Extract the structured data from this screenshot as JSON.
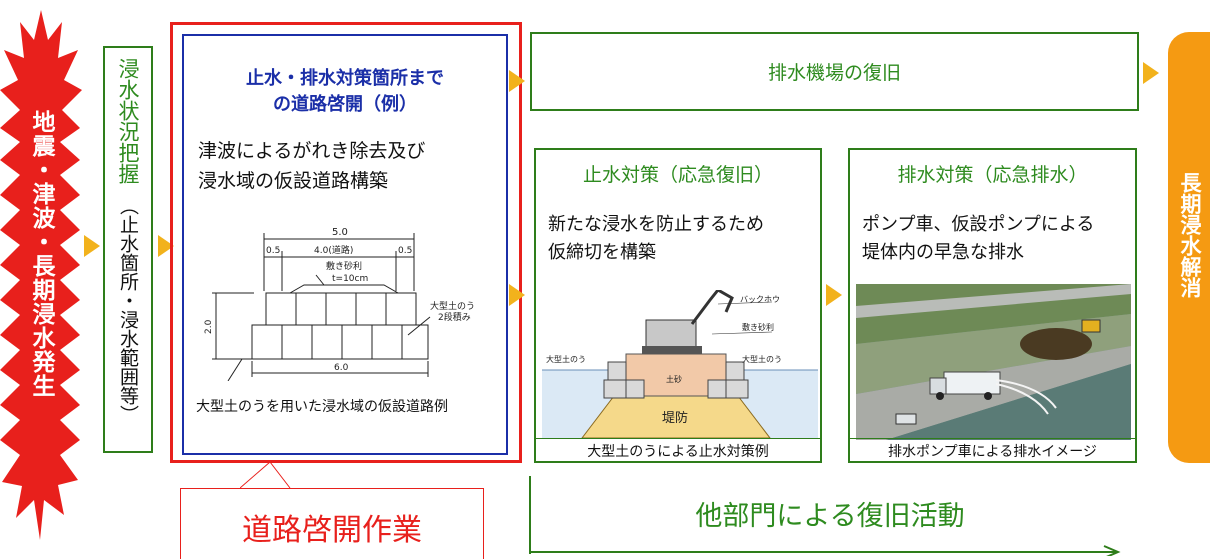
{
  "colors": {
    "burst": "#e8201c",
    "arrow": "#f2b21c",
    "green": "#2e7d1a",
    "blue": "#1b2fa8",
    "red": "#e8201c",
    "orange": "#f59a12"
  },
  "start": {
    "label": "地震・津波・長期浸水発生"
  },
  "survey": {
    "title": "浸水状況把握",
    "sub": "（止水箇所・浸水範囲等）"
  },
  "road": {
    "heading_line1": "止水・排水対策箇所まで",
    "heading_line2": "の道路啓開（例）",
    "desc_line1": "津波によるがれき除去及び",
    "desc_line2": "浸水域の仮設道路構築",
    "caption": "大型土のうを用いた浸水域の仮設道路例",
    "diagram": {
      "width_total": "5.0",
      "dim_left": "0.5",
      "dim_road": "4.0(道路)",
      "dim_right": "0.5",
      "gravel": "敷き砂利",
      "gravel_t": "t=10cm",
      "height": "2.0",
      "bag_label1": "大型土のう",
      "bag_label2": "2段積み",
      "base_width": "6.0"
    },
    "footer": "道路啓開作業"
  },
  "pump_station": {
    "title": "排水機場の復旧"
  },
  "water_stop": {
    "title": "止水対策（応急復旧）",
    "desc_line1": "新たな浸水を防止するため",
    "desc_line2": "仮締切を構築",
    "caption": "大型土のうによる止水対策例",
    "diagram": {
      "backhoe": "バックホウ",
      "gravel": "敷き砂利",
      "bag_left": "大型土のう",
      "bag_right": "大型土のう",
      "soil": "土砂",
      "levee": "堤防"
    }
  },
  "drainage": {
    "title": "排水対策（応急排水）",
    "desc_line1": "ポンプ車、仮設ポンプによる",
    "desc_line2": "堤体内の早急な排水",
    "caption": "排水ポンプ車による排水イメージ"
  },
  "end": {
    "label": "長期浸水解消"
  },
  "other": {
    "label": "他部門による復旧活動"
  }
}
